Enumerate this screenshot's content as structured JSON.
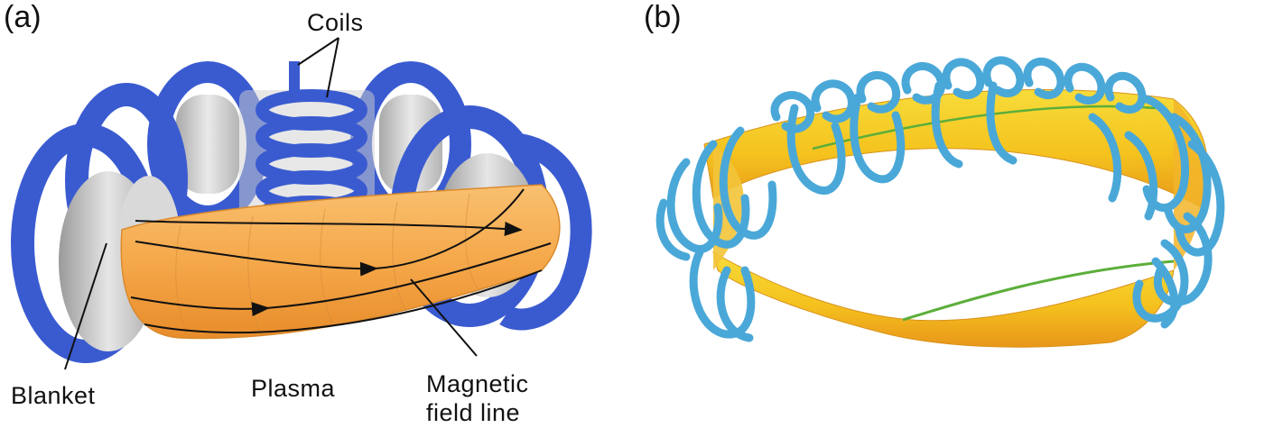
{
  "panel_a": {
    "label": "(a)",
    "annotations": {
      "coils": "Coils",
      "blanket": "Blanket",
      "plasma": "Plasma",
      "field_line_1": "Magnetic",
      "field_line_2": "field line"
    }
  },
  "panel_b": {
    "label": "(b)"
  },
  "colors": {
    "coil_blue": "#3a5bd0",
    "stellarator_coil": "#4aa8d8",
    "plasma_orange": "#f5a84a",
    "plasma_yellow": "#f5d21e",
    "blanket_grey": "#c9c9c9",
    "field_line_green": "#5cae3a"
  },
  "icons": {
    "tokamak": "tokamak-diagram",
    "stellarator": "stellarator-diagram"
  }
}
